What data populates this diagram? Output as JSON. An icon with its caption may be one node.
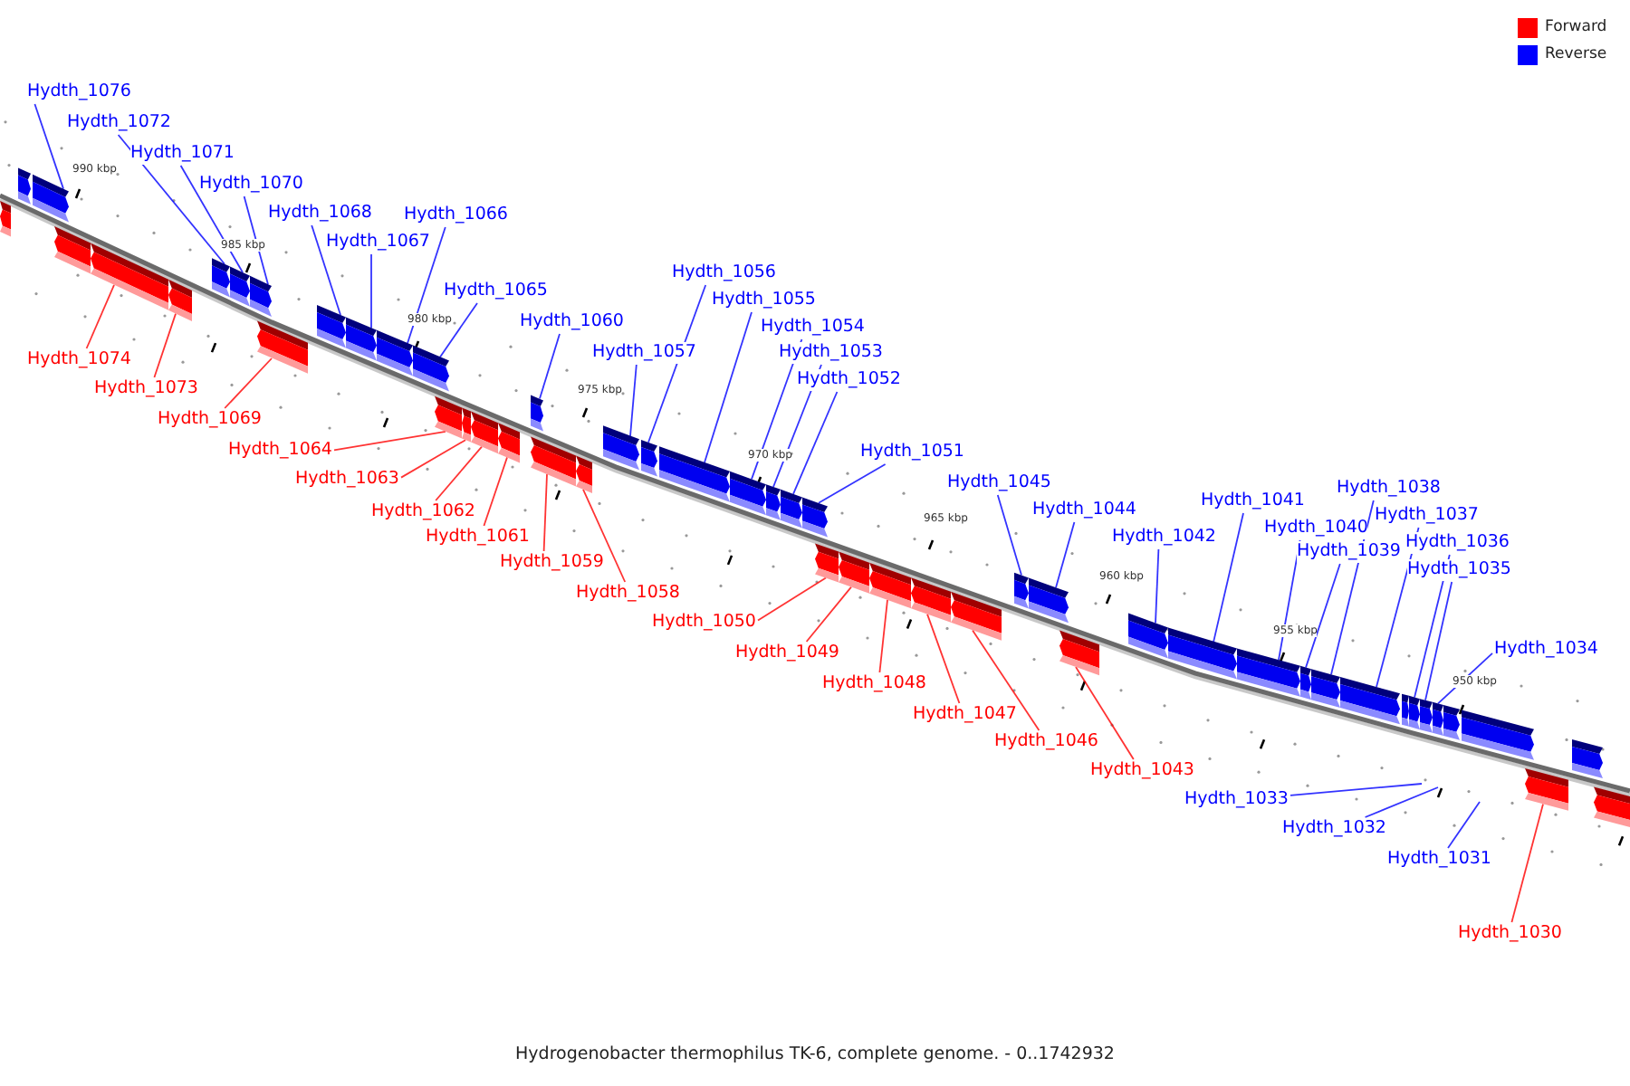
{
  "diagram": {
    "caption": "Hydrogenobacter thermophilus TK-6, complete genome. - 0..1742932",
    "nodes": [
      {
        "text": [
          "Hydth_1076"
        ]
      },
      {
        "text": [
          "Hydth_1072"
        ]
      },
      {
        "text": [
          "Hydth_1071"
        ]
      },
      {
        "text": [
          "Hydth_1070"
        ]
      },
      {
        "text": [
          "Hydth_1068"
        ]
      },
      {
        "text": [
          "Hydth_1066"
        ]
      },
      {
        "text": [
          "Hydth_1067"
        ]
      },
      {
        "text": [
          "Hydth_1056"
        ]
      },
      {
        "text": [
          "Hydth_1065"
        ]
      },
      {
        "text": [
          "Hydth_1055"
        ]
      },
      {
        "text": [
          "Hydth_1060"
        ]
      },
      {
        "text": [
          "Hydth_1054"
        ]
      },
      {
        "text": [
          "Hydth_1057"
        ]
      },
      {
        "text": [
          "Hydth_1053"
        ]
      },
      {
        "text": [
          "Hydth_1074"
        ]
      },
      {
        "text": [
          "Hydth_1052"
        ]
      },
      {
        "text": [
          "Hydth_1073"
        ]
      },
      {
        "text": [
          "Hydth_1069"
        ]
      },
      {
        "text": [
          "Hydth_1064"
        ]
      },
      {
        "text": [
          "Hydth_1051"
        ]
      },
      {
        "text": [
          "Hydth_1063"
        ]
      },
      {
        "text": [
          "Hydth_1045"
        ]
      },
      {
        "text": [
          "Hydth_1038"
        ]
      },
      {
        "text": [
          "Hydth_1041"
        ]
      },
      {
        "text": [
          "Hydth_1044"
        ]
      },
      {
        "text": [
          "Hydth_1062"
        ]
      },
      {
        "text": [
          "Hydth_1037"
        ]
      },
      {
        "text": [
          "Hydth_1040"
        ]
      },
      {
        "text": [
          "Hydth_1042"
        ]
      },
      {
        "text": [
          "Hydth_1061"
        ]
      },
      {
        "text": [
          "Hydth_1036"
        ]
      },
      {
        "text": [
          "Hydth_1039"
        ]
      },
      {
        "text": [
          "Hydth_1059"
        ]
      },
      {
        "text": [
          "Hydth_1035"
        ]
      },
      {
        "text": [
          "Hydth_1058"
        ]
      },
      {
        "text": [
          "Hydth_1050"
        ]
      },
      {
        "text": [
          "Hydth_1034"
        ]
      },
      {
        "text": [
          "Hydth_1049"
        ]
      },
      {
        "text": [
          "Hydth_1048"
        ]
      },
      {
        "text": [
          "Hydth_1047"
        ]
      },
      {
        "text": [
          "Hydth_1046"
        ]
      },
      {
        "text": [
          "Hydth_1043"
        ]
      },
      {
        "text": [
          "Hydth_1033"
        ]
      },
      {
        "text": [
          "Hydth_1032"
        ]
      },
      {
        "text": [
          "Hydth_1031"
        ]
      },
      {
        "text": [
          "Hydth_1030"
        ]
      },
      {
        "text": [],
        "shape": "bar"
      },
      {
        "text": [],
        "shape": "bar"
      },
      {
        "text": [],
        "shape": "bar"
      },
      {
        "text": [],
        "shape": "bar"
      },
      {
        "text": [],
        "shape": "bar"
      },
      {
        "text": [],
        "shape": "bar"
      },
      {
        "text": [],
        "shape": "bar"
      },
      {
        "text": [],
        "shape": "bar"
      },
      {
        "text": [],
        "shape": "bar"
      },
      {
        "text": [],
        "shape": "bar"
      },
      {
        "text": [],
        "shape": "bar"
      },
      {
        "text": [],
        "shape": "bar"
      },
      {
        "text": [],
        "shape": "bar"
      },
      {
        "text": [],
        "shape": "bar"
      },
      {
        "text": [],
        "shape": "bar"
      },
      {
        "text": [],
        "shape": "bar"
      },
      {
        "text": [],
        "shape": "bar"
      },
      {
        "text": [],
        "shape": "bar"
      },
      {
        "text": [],
        "shape": "bar"
      },
      {
        "text": [],
        "shape": "bar"
      },
      {
        "text": [],
        "shape": "bar"
      },
      {
        "text": [],
        "shape": "bar"
      },
      {
        "text": [],
        "shape": "bar"
      },
      {
        "text": [],
        "shape": "bar"
      },
      {
        "text": [],
        "shape": "bar"
      },
      {
        "text": [],
        "shape": "bar"
      },
      {
        "text": [],
        "shape": "bar"
      },
      {
        "text": [],
        "shape": "bar"
      },
      {
        "text": [],
        "shape": "bar"
      },
      {
        "text": [],
        "shape": "bar"
      },
      {
        "text": [],
        "shape": "bar"
      },
      {
        "text": [],
        "shape": "bar"
      },
      {
        "text": [],
        "shape": "bar"
      },
      {
        "text": [],
        "shape": "bar"
      },
      {
        "text": [],
        "shape": "bar"
      },
      {
        "text": [],
        "shape": "bar"
      },
      {
        "text": [],
        "shape": "bar"
      },
      {
        "text": [],
        "shape": "bar"
      },
      {
        "text": [],
        "shape": "bar"
      },
      {
        "text": [],
        "shape": "bar"
      },
      {
        "text": [],
        "shape": "bar"
      },
      {
        "text": [],
        "shape": "bar"
      },
      {
        "text": [],
        "shape": "bar"
      },
      {
        "text": [],
        "shape": "bar"
      },
      {
        "text": [],
        "shape": "bar"
      },
      {
        "text": [],
        "shape": "bar"
      },
      {
        "text": [],
        "shape": "bar"
      },
      {
        "text": [],
        "shape": "bar"
      },
      {
        "text": [],
        "shape": "bar"
      },
      {
        "text": [],
        "shape": "bar"
      },
      {
        "text": [],
        "shape": "bar"
      }
    ],
    "edges": [
      {
        "from": 0,
        "to": 48,
        "arrow": "none"
      },
      {
        "from": 1,
        "to": 52,
        "arrow": "none"
      },
      {
        "from": 2,
        "to": 53,
        "arrow": "none"
      },
      {
        "from": 3,
        "to": 54,
        "arrow": "none"
      },
      {
        "from": 4,
        "to": 56,
        "arrow": "none"
      },
      {
        "from": 5,
        "to": 58,
        "arrow": "none"
      },
      {
        "from": 6,
        "to": 57,
        "arrow": "none"
      },
      {
        "from": 7,
        "to": 68,
        "arrow": "none"
      },
      {
        "from": 8,
        "to": 59,
        "arrow": "none"
      },
      {
        "from": 9,
        "to": 69,
        "arrow": "none"
      },
      {
        "from": 10,
        "to": 64,
        "arrow": "none"
      },
      {
        "from": 11,
        "to": 70,
        "arrow": "none"
      },
      {
        "from": 12,
        "to": 67,
        "arrow": "none"
      },
      {
        "from": 13,
        "to": 71,
        "arrow": "none"
      },
      {
        "from": 14,
        "to": 50,
        "arrow": "none",
        "color": "#ff0000"
      },
      {
        "from": 15,
        "to": 72,
        "arrow": "none"
      },
      {
        "from": 16,
        "to": 51,
        "arrow": "none",
        "color": "#ff0000"
      },
      {
        "from": 17,
        "to": 55,
        "arrow": "none",
        "color": "#ff0000"
      },
      {
        "from": 18,
        "to": 60,
        "arrow": "none",
        "color": "#ff0000"
      },
      {
        "from": 19,
        "to": 73,
        "arrow": "none"
      },
      {
        "from": 20,
        "to": 61,
        "arrow": "none",
        "color": "#ff0000"
      },
      {
        "from": 21,
        "to": 79,
        "arrow": "none"
      },
      {
        "from": 22,
        "to": 86,
        "arrow": "none"
      },
      {
        "from": 23,
        "to": 83,
        "arrow": "none"
      },
      {
        "from": 24,
        "to": 80,
        "arrow": "none"
      },
      {
        "from": 25,
        "to": 62,
        "arrow": "none",
        "color": "#ff0000"
      },
      {
        "from": 26,
        "to": 87,
        "arrow": "none"
      },
      {
        "from": 27,
        "to": 84,
        "arrow": "none"
      },
      {
        "from": 28,
        "to": 82,
        "arrow": "none"
      },
      {
        "from": 29,
        "to": 63,
        "arrow": "none",
        "color": "#ff0000"
      },
      {
        "from": 30,
        "to": 89,
        "arrow": "none"
      },
      {
        "from": 31,
        "to": 85,
        "arrow": "none"
      },
      {
        "from": 32,
        "to": 65,
        "arrow": "none",
        "color": "#ff0000"
      },
      {
        "from": 33,
        "to": 90,
        "arrow": "none"
      },
      {
        "from": 34,
        "to": 66,
        "arrow": "none",
        "color": "#ff0000"
      },
      {
        "from": 35,
        "to": 74,
        "arrow": "none",
        "color": "#ff0000"
      },
      {
        "from": 36,
        "to": 91,
        "arrow": "none"
      },
      {
        "from": 37,
        "to": 75,
        "arrow": "none",
        "color": "#ff0000"
      },
      {
        "from": 38,
        "to": 76,
        "arrow": "none",
        "color": "#ff0000"
      },
      {
        "from": 39,
        "to": 77,
        "arrow": "none",
        "color": "#ff0000"
      },
      {
        "from": 40,
        "to": 78,
        "arrow": "none",
        "color": "#ff0000"
      },
      {
        "from": 41,
        "to": 81,
        "arrow": "none",
        "color": "#ff0000"
      },
      {
        "from": 42,
        "to": null,
        "arrow": "none"
      },
      {
        "from": 43,
        "to": null,
        "arrow": "none"
      },
      {
        "from": 44,
        "to": null,
        "arrow": "none"
      },
      {
        "from": 45,
        "to": 94,
        "arrow": "none",
        "color": "#ff0000"
      }
    ],
    "labels": [
      "990 kbp",
      "985 kbp",
      "980 kbp",
      "975 kbp",
      "970 kbp",
      "965 kbp",
      "960 kbp",
      "955 kbp",
      "950 kbp"
    ],
    "legend": [
      {
        "text": "Forward",
        "color": "#ff0000"
      },
      {
        "text": "Reverse",
        "color": "#0000ff"
      }
    ]
  }
}
